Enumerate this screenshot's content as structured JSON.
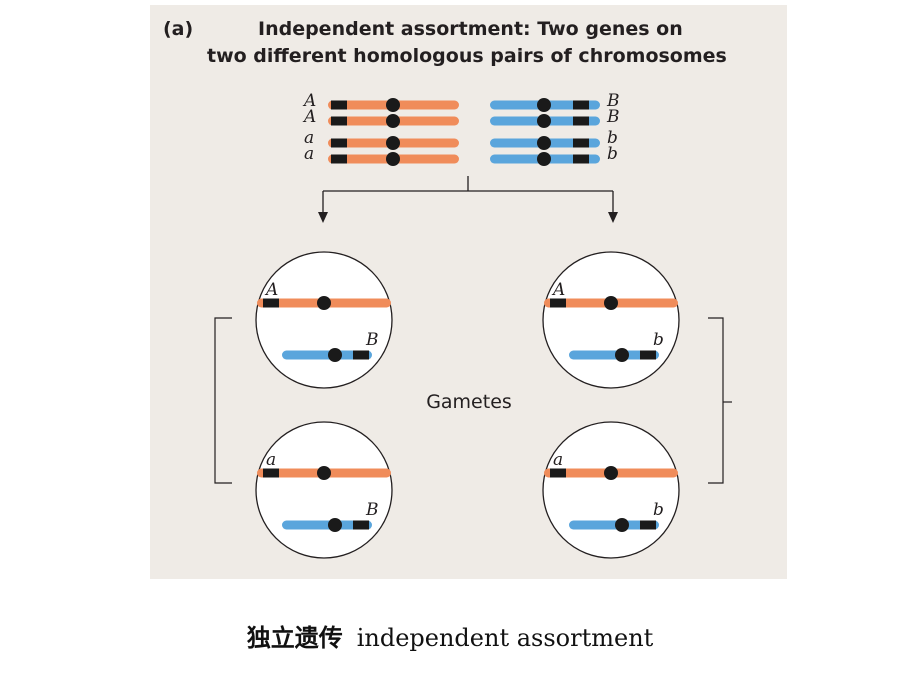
{
  "figure": {
    "panel_label": "(a)",
    "title_line1": "Independent assortment: Two genes on",
    "title_line2": "two different homologous pairs of chromosomes",
    "parent_alleles_left": [
      "A",
      "A",
      "a",
      "a"
    ],
    "parent_alleles_right": [
      "B",
      "B",
      "b",
      "b"
    ],
    "gametes_label": "Gametes",
    "gamete_cells": [
      {
        "orange": "A",
        "blue": "B"
      },
      {
        "orange": "a",
        "blue": "B"
      },
      {
        "orange": "A",
        "blue": "b"
      },
      {
        "orange": "a",
        "blue": "b"
      }
    ],
    "colors": {
      "orange": "#f08c5a",
      "blue": "#5aa5dc",
      "band": "#1a1a1a",
      "background": "#efebe6"
    }
  },
  "caption": {
    "chinese": "独立遗传",
    "english": "independent assortment"
  }
}
